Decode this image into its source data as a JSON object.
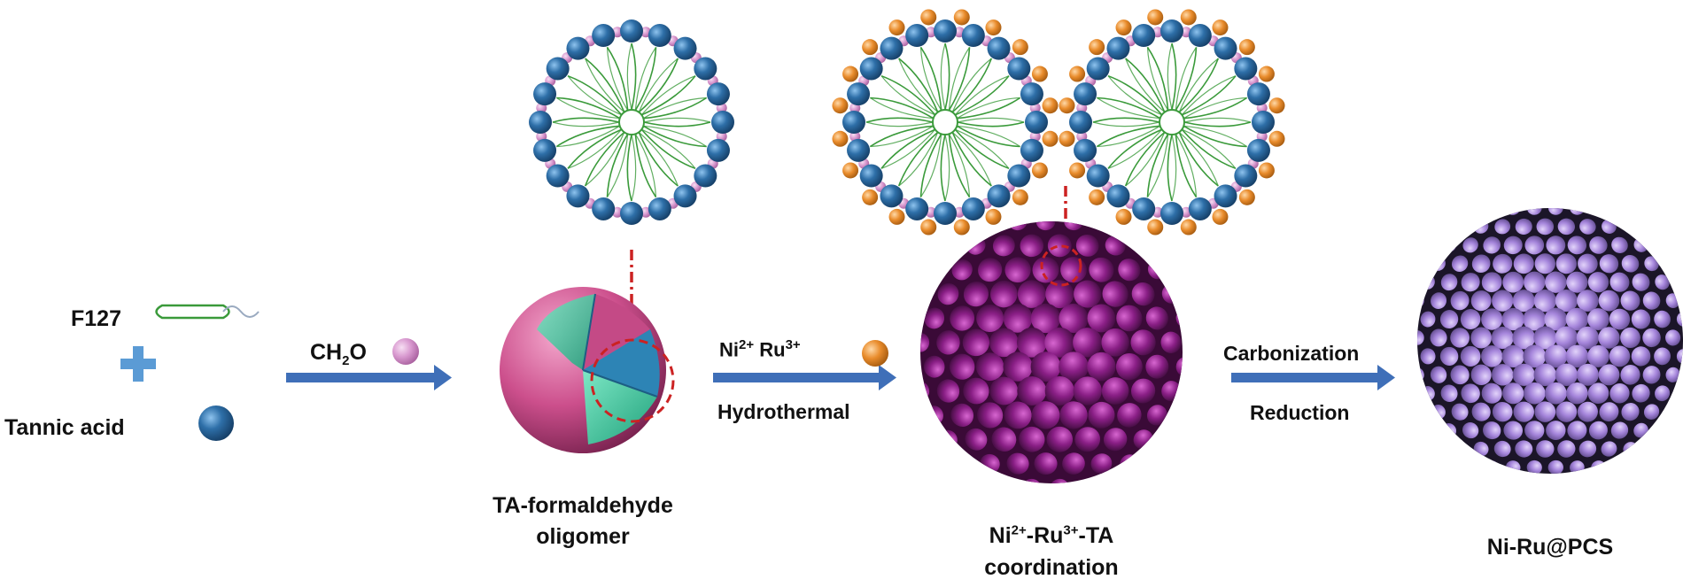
{
  "reactants": {
    "f127": "F127",
    "tannic_acid": "Tannic acid"
  },
  "step1": {
    "reagent": "CH",
    "reagent_sub": "2",
    "reagent_tail": "O"
  },
  "step2": {
    "ion1": "Ni",
    "ion1_charge": "2+",
    "ion2": "Ru",
    "ion2_charge": "3+",
    "method": "Hydrothermal"
  },
  "step3": {
    "line1": "Carbonization",
    "line2": "Reduction"
  },
  "products": {
    "oligomer_line1": "TA-formaldehyde",
    "oligomer_line2": "oligomer",
    "coord_ni": "Ni",
    "coord_ni_charge": "2+",
    "coord_ru": "-Ru",
    "coord_ru_charge": "3+",
    "coord_tail": "-TA",
    "coord_line2": "coordination",
    "final": "Ni-Ru@PCS"
  },
  "colors": {
    "arrow": "#3f6fb8",
    "plus": "#5b9bd5",
    "tannic_bead": "#2e6fa8",
    "formaldehyde_bead": "#d99ad0",
    "metal_bead": "#e98c2c",
    "micelle_chain": "#3a9a3a",
    "coord_sphere": "#8a1f86",
    "pcs_sphere": "#a585db",
    "oligomer_shell": "#cc4f8c",
    "oligomer_core": "#3bd1a0",
    "guide": "#cc2222"
  }
}
